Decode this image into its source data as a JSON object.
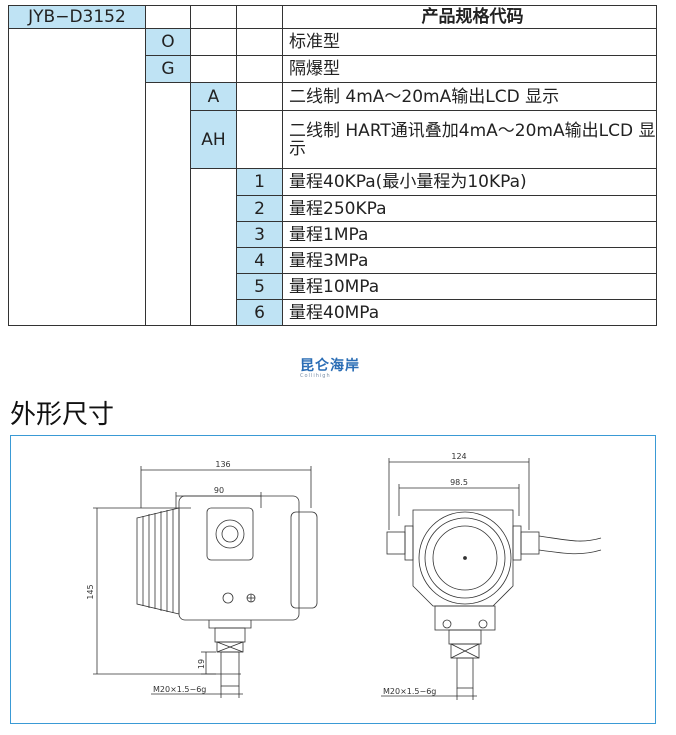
{
  "table": {
    "model": "JYB−D3152",
    "header": "产品规格代码",
    "rows": [
      {
        "code": "O",
        "desc": "标准型"
      },
      {
        "code": "G",
        "desc": "隔爆型"
      },
      {
        "code": "A",
        "desc": "二线制 4mA～20mA输出LCD 显示"
      },
      {
        "code": "AH",
        "desc": "二线制 HART通讯叠加4mA～20mA输出LCD 显示"
      },
      {
        "code": "1",
        "desc": "量程40KPa(最小量程为10KPa)"
      },
      {
        "code": "2",
        "desc": "量程250KPa"
      },
      {
        "code": "3",
        "desc": "量程1MPa"
      },
      {
        "code": "4",
        "desc": "量程3MPa"
      },
      {
        "code": "5",
        "desc": "量程10MPa"
      },
      {
        "code": "6",
        "desc": "量程40MPa"
      }
    ]
  },
  "watermark": {
    "text": "昆仑海岸",
    "sub": "Collihigh"
  },
  "section_title": "外形尺寸",
  "drawing": {
    "left_view": {
      "width_total": "136",
      "width_body": "90",
      "height": "145",
      "dim_small": "19",
      "thread": "M20×1.5−6g"
    },
    "right_view": {
      "width_total": "124",
      "width_body": "98.5",
      "thread": "M20×1.5−6g"
    }
  }
}
